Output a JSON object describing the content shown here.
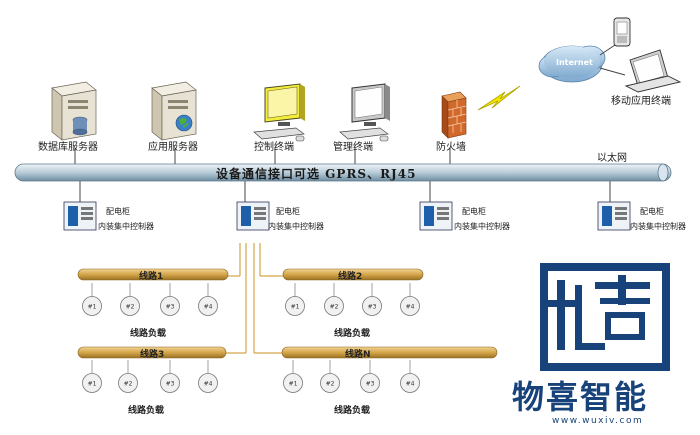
{
  "devices": {
    "db_server": "数据库服务器",
    "app_server": "应用服务器",
    "control_terminal": "控制终端",
    "mgmt_terminal": "管理终端",
    "firewall": "防火墙",
    "internet": "Internet",
    "mobile_terminal": "移动应用终端"
  },
  "network": {
    "ethernet_label": "以太网",
    "bus_label": "设备通信接口可选 GPRS、RJ45"
  },
  "cabinets": [
    {
      "name": "配电柜",
      "controller": "内装集中控制器"
    },
    {
      "name": "配电柜",
      "controller": "内装集中控制器"
    },
    {
      "name": "配电柜",
      "controller": "内装集中控制器"
    },
    {
      "name": "配电柜",
      "controller": "内装集中控制器"
    }
  ],
  "lines": [
    {
      "name": "线路1",
      "load_label": "线路负载",
      "nodes": [
        "#1",
        "#2",
        "#3",
        "#4"
      ]
    },
    {
      "name": "线路2",
      "load_label": "线路负载",
      "nodes": [
        "#1",
        "#2",
        "#3",
        "#4"
      ]
    },
    {
      "name": "线路3",
      "load_label": "线路负载",
      "nodes": [
        "#1",
        "#2",
        "#3",
        "#4"
      ]
    },
    {
      "name": "线路N",
      "load_label": "线路负载",
      "nodes": [
        "#1",
        "#2",
        "#3",
        "#4"
      ]
    }
  ],
  "brand": {
    "name": "物喜智能",
    "url": "www.wuxiv.com"
  },
  "colors": {
    "bus": "#b8ccd8",
    "line_bar": "#d4a54a",
    "logo": "#17437a"
  }
}
